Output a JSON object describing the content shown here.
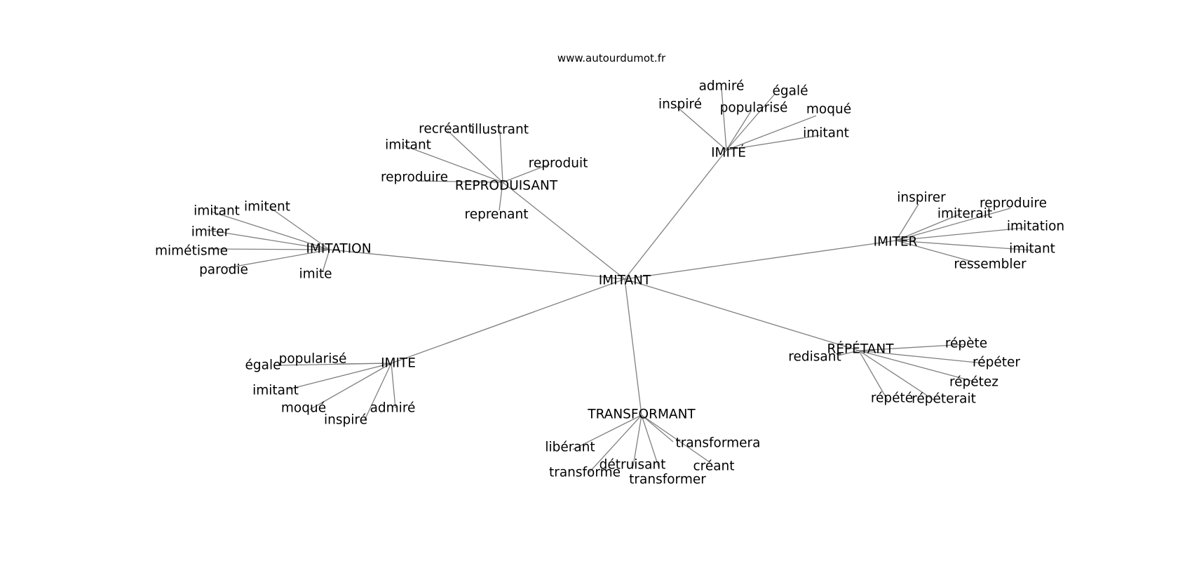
{
  "site": "www.autourdumot.fr",
  "root": "IMITANT",
  "clusters": [
    {
      "hub": "IMITATION",
      "leaves": [
        "imitant",
        "imitent",
        "imiter",
        "mimétisme",
        "parodie",
        "imite"
      ]
    },
    {
      "hub": "REPRODUISANT",
      "leaves": [
        "recréant",
        "illustrant",
        "imitant",
        "reproduit",
        "reproduire",
        "reprenant"
      ]
    },
    {
      "hub": "IMITÉ",
      "leaves": [
        "admiré",
        "inspiré",
        "égalé",
        "popularisé",
        "moqué",
        "imitant"
      ]
    },
    {
      "hub": "IMITER",
      "leaves": [
        "inspirer",
        "imiterait",
        "reproduire",
        "imitation",
        "imitant",
        "ressembler"
      ]
    },
    {
      "hub": "RÉPÉTANT",
      "leaves": [
        "redisant",
        "répète",
        "répéter",
        "répétez",
        "répété",
        "répéterait"
      ]
    },
    {
      "hub": "TRANSFORMANT",
      "leaves": [
        "libérant",
        "transforme",
        "détruisant",
        "transformer",
        "créant",
        "transformera"
      ]
    },
    {
      "hub": "IMITE",
      "leaves": [
        "égale",
        "popularisé",
        "imitant",
        "moqué",
        "inspiré",
        "admiré"
      ]
    }
  ]
}
